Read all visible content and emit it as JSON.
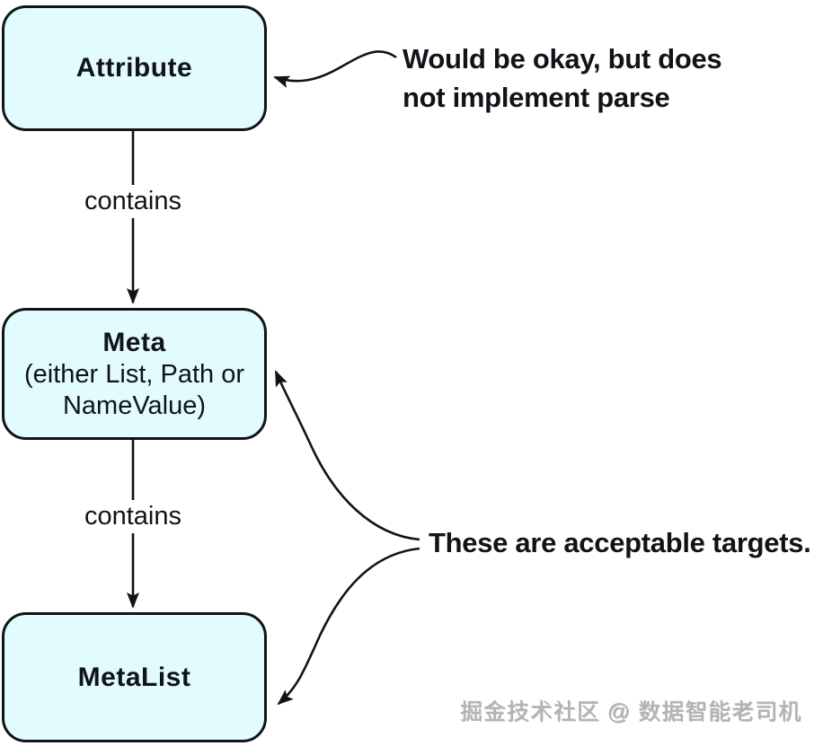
{
  "diagram": {
    "boxes": [
      {
        "id": "attribute",
        "title": "Attribute"
      },
      {
        "id": "meta",
        "title": "Meta",
        "subtitle_lines": [
          "(either List, Path or",
          "NameValue)"
        ]
      },
      {
        "id": "metalist",
        "title": "MetaList"
      }
    ],
    "edges": [
      {
        "from": "Attribute",
        "to": "Meta",
        "label": "contains"
      },
      {
        "from": "Meta",
        "to": "MetaList",
        "label": "contains"
      }
    ],
    "annotations": [
      {
        "target": "Attribute",
        "lines": [
          "Would be okay, but does",
          "not implement parse"
        ]
      },
      {
        "target": "Meta and MetaList",
        "lines": [
          "These are acceptable targets."
        ]
      }
    ],
    "watermark": "掘金技术社区 @ 数据智能老司机",
    "colors": {
      "box_fill": "#e1fbff",
      "box_border": "#101418",
      "line": "#101418",
      "text": "#101418",
      "background": "#ffffff",
      "watermark": "#b3b3b3"
    }
  }
}
